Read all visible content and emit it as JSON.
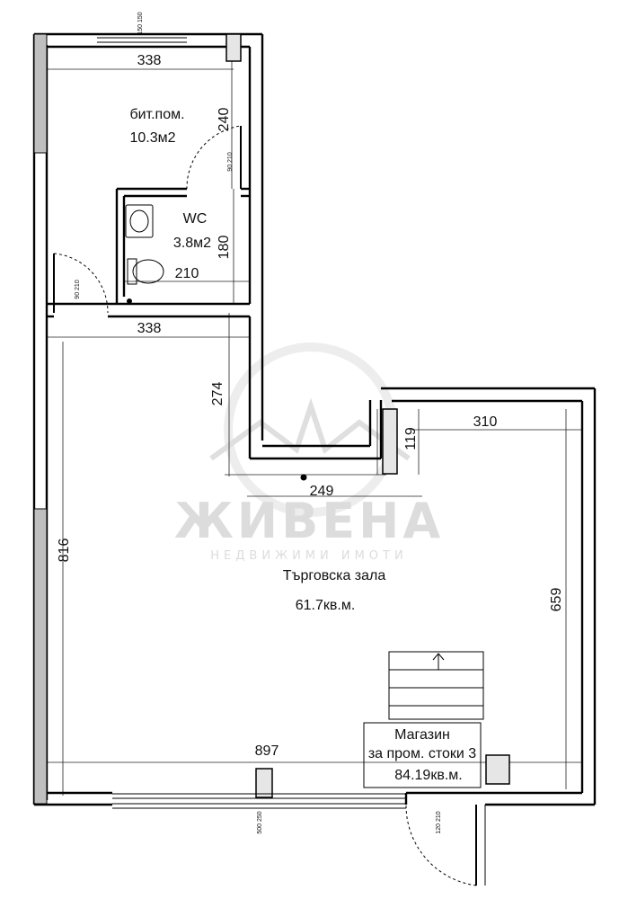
{
  "rooms": {
    "utility": {
      "name": "бит.пом.",
      "area": "10.3м2"
    },
    "wc": {
      "name": "WC",
      "area": "3.8м2"
    },
    "sales_hall": {
      "name": "Търговска зала",
      "area": "61.7кв.м."
    },
    "store": {
      "line1": "Магазин",
      "line2": "за пром. стоки 3",
      "area": "84.19кв.м."
    }
  },
  "dimensions": {
    "top_width": "338",
    "utility_height": "240",
    "wc_height": "180",
    "wc_width": "210",
    "middle_width": "338",
    "notch_height": "274",
    "notch_width": "249",
    "right_top_width": "310",
    "right_small_height": "119",
    "left_height": "816",
    "right_height": "659",
    "bottom_width": "897"
  },
  "openings": {
    "top_window": "150 150",
    "door_utility": "90 210",
    "door_left": "90 210",
    "bottom_window": "500 250",
    "door_entrance": "120 210"
  },
  "watermark": {
    "brand": "ЖИВЕНА",
    "tagline": "НЕДВИЖИМИ ИМОТИ"
  }
}
